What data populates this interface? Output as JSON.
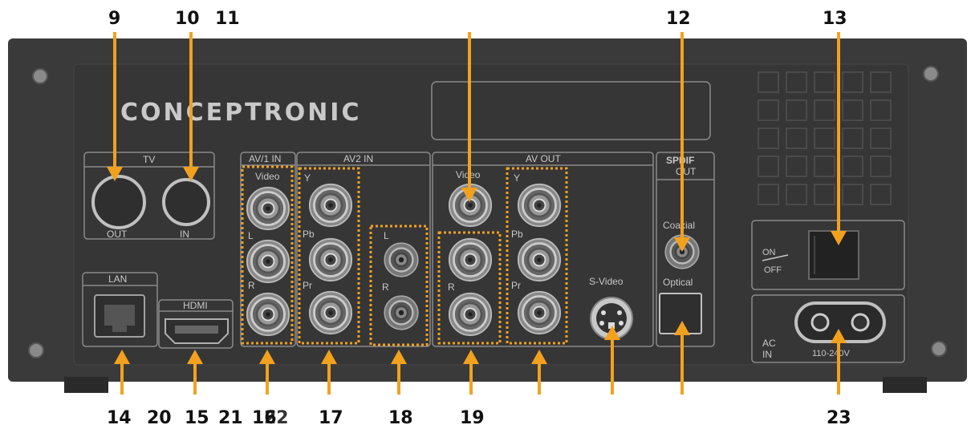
{
  "brand": "CONCEPTRONIC",
  "callouts": {
    "n9": "9",
    "n10": "10",
    "n11": "11",
    "n12": "12",
    "n13": "13",
    "n14": "14",
    "n20": "20",
    "n15": "15",
    "n21": "21",
    "n16": "16",
    "n22": "22",
    "n17": "17",
    "n18": "18",
    "n19": "19",
    "n23": "23"
  },
  "sections": {
    "tv": "TV",
    "lan": "LAN",
    "hdmi": "HDMI",
    "av1": "AV/1 IN",
    "av2": "AV2 IN",
    "avout": "AV OUT",
    "spdif": "SPDIF",
    "spdif_out": "OUT"
  },
  "labels": {
    "tv_out": "OUT",
    "tv_in": "IN",
    "av1_video": "Video",
    "av1_l": "L",
    "av1_r": "R",
    "av2_y": "Y",
    "av2_pb": "Pb",
    "av2_pr": "Pr",
    "av2_l": "L",
    "av2_r": "R",
    "out_video": "Video",
    "out_r": "R",
    "out_y": "Y",
    "out_pb": "Pb",
    "out_pr": "Pr",
    "svideo": "S-Video",
    "coaxial": "Coaxial",
    "optical": "Optical",
    "on": "ON",
    "off": "OFF",
    "ac": "AC",
    "in": "IN",
    "voltage": "110-240V"
  },
  "colors": {
    "body": "#3a3a3a",
    "inner": "#333333",
    "line": "#8a8a8a",
    "accent": "#f2a11f",
    "text": "#c8c8c8"
  }
}
